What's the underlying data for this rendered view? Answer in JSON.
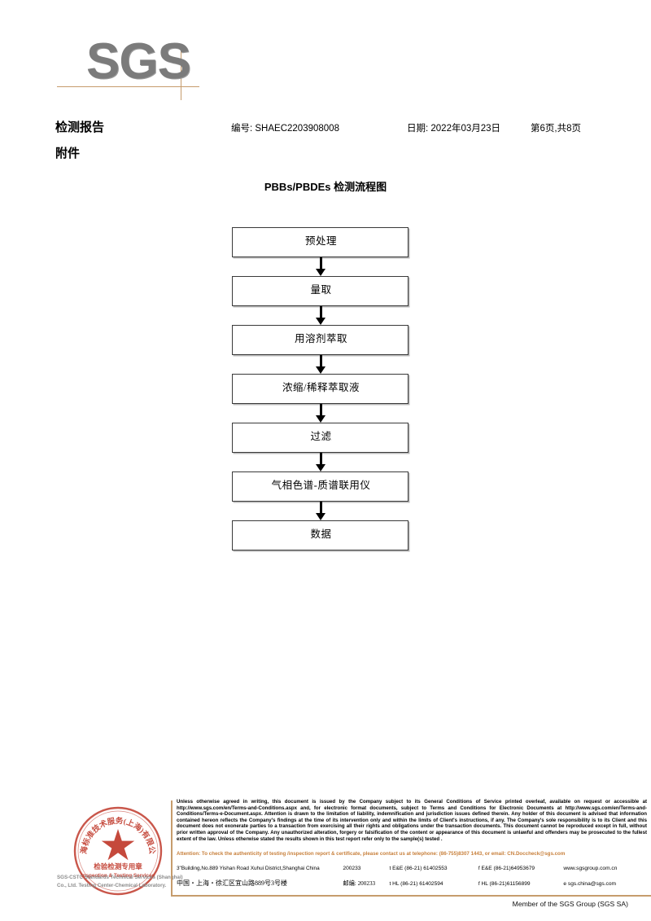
{
  "logo": {
    "text": "SGS",
    "rule_color": "#c69c6d",
    "text_color": "#7b7b7b"
  },
  "header": {
    "title": "检测报告",
    "attachment": "附件",
    "report_no": "编号: SHAEC2203908008",
    "date": "日期: 2022年03月23日",
    "page": "第6页,共8页"
  },
  "flowchart": {
    "title": "PBBs/PBDEs 检测流程图",
    "steps": [
      {
        "label": "预处理"
      },
      {
        "label": "量取"
      },
      {
        "label": "用溶剂萃取"
      },
      {
        "label": "浓缩/稀释萃取液"
      },
      {
        "label": "过滤"
      },
      {
        "label": "气相色谱-质谱联用仪"
      },
      {
        "label": "数据"
      }
    ]
  },
  "stamp": {
    "outer_text": "上海标准技术服务(上海)有限公司",
    "cn_label": "检验检测专用章",
    "en_label": "Inspection & Testing Services",
    "color": "#c0392b"
  },
  "footer": {
    "company_overlay": "SGS-CSTC Standards Technical Services (Shanghai) Co., Ltd.  Testing Center-Chemical Laboratory.",
    "legal": "Unless otherwise agreed in writing, this document is issued by the Company subject to its General Conditions of Service printed overleaf, available on request or accessible at http://www.sgs.com/en/Terms-and-Conditions.aspx and, for electronic format documents, subject to Terms and Conditions for Electronic Documents at http://www.sgs.com/en/Terms-and-Conditions/Terms-e-Document.aspx. Attention is drawn to the limitation of liability, indemnification and jurisdiction issues defined therein. Any holder of this document is advised that information contained hereon reflects the Company's findings at the time of its intervention only and within the limits of Client's instructions, if any. The Company's sole responsibility is to its Client and this document does not exonerate parties to a transaction from exercising all their rights and obligations under the transaction documents. This document cannot be reproduced except in full, without prior written approval of the Company. Any unauthorized alteration, forgery or falsification of the content or appearance of this document is unlawful and offenders may be prosecuted to the fullest extent of the law. Unless otherwise stated the results shown in this test report refer only to the sample(s) tested .",
    "attention": "Attention: To check the authenticity of testing /inspection report & certificate, please contact us at telephone: (86-755)8307 1443, or email: CN.Doccheck@sgs.com",
    "attention_color": "#c8803c",
    "address_en": "3\"Building,No.889 Yishan Road Xuhui District,Shanghai China",
    "zip_en": "200233",
    "tel_en": "t E&E (86-21) 61402553",
    "fax_en": "f E&E (86-21)64953679",
    "web_en": "www.sgsgroup.com.cn",
    "address_cn": "中国・上海・徐汇区宜山路889号3号楼",
    "zip_cn": "邮编: 200233",
    "tel_cn": "t HL (86-21) 61402594",
    "fax_cn": "f HL (86-21)61156899",
    "web_cn": "e sgs.china@sgs.com",
    "member": "Member of the SGS Group (SGS SA)"
  }
}
